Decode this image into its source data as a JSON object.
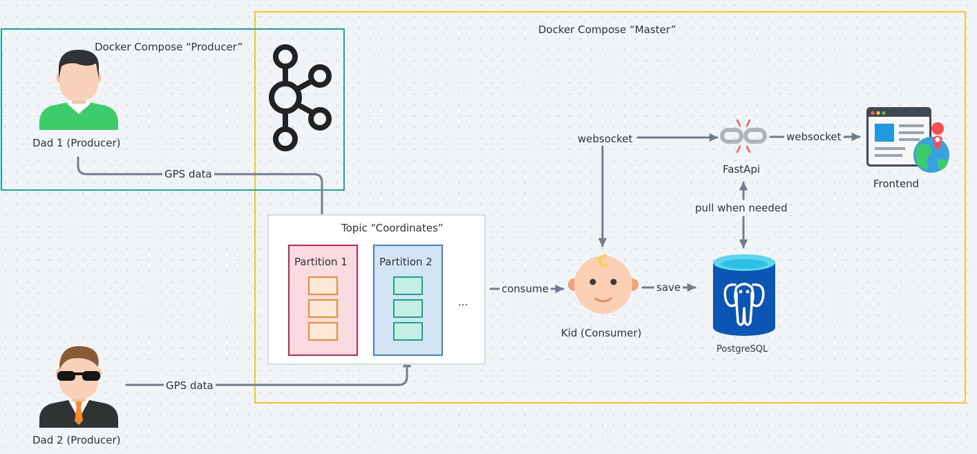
{
  "master_group": {
    "label": "Docker Compose “Master”"
  },
  "producer_group": {
    "label": "Docker Compose “Producer”"
  },
  "dad1": {
    "label": "Dad 1 (Producer)"
  },
  "dad2": {
    "label": "Dad 2 (Producer)"
  },
  "topic": {
    "label": "Topic “Coordinates”",
    "partitions": [
      {
        "label": "Partition 1"
      },
      {
        "label": "Partition 2"
      }
    ],
    "more": "..."
  },
  "kid": {
    "label": "Kid (Consumer)"
  },
  "postgres": {
    "label": "PostgreSQL"
  },
  "fastapi": {
    "label": "FastApi"
  },
  "frontend": {
    "label": "Frontend"
  },
  "edges": {
    "dad1_gps": "GPS data",
    "dad2_gps": "GPS data",
    "consume": "consume",
    "save": "save",
    "websocket_in": "websocket",
    "websocket_out": "websocket",
    "pull": "pull when needed"
  },
  "colors": {
    "master_border": "#f2c81b",
    "producer_border": "#1ea39a",
    "partition1_fill": "#fadbe2",
    "partition1_border": "#d6224f",
    "partition1_cell_fill": "#fde7d6",
    "partition1_cell_border": "#f08a2c",
    "partition2_fill": "#d3e4f5",
    "partition2_border": "#3b82d0",
    "partition2_cell_fill": "#c5efe4",
    "partition2_cell_border": "#18a589",
    "arrow": "#6f7d8c"
  }
}
